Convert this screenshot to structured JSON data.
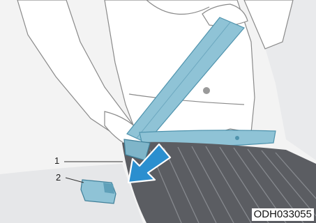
{
  "figure": {
    "callouts": [
      {
        "label": "1"
      },
      {
        "label": "2"
      }
    ],
    "code": "ODH033055"
  },
  "colors": {
    "belt": "#8fc3d6",
    "arrow": "#2b8fcf",
    "skirt": "#5b5d62",
    "background": "#f4f4f4",
    "skin": "#ffffff"
  }
}
